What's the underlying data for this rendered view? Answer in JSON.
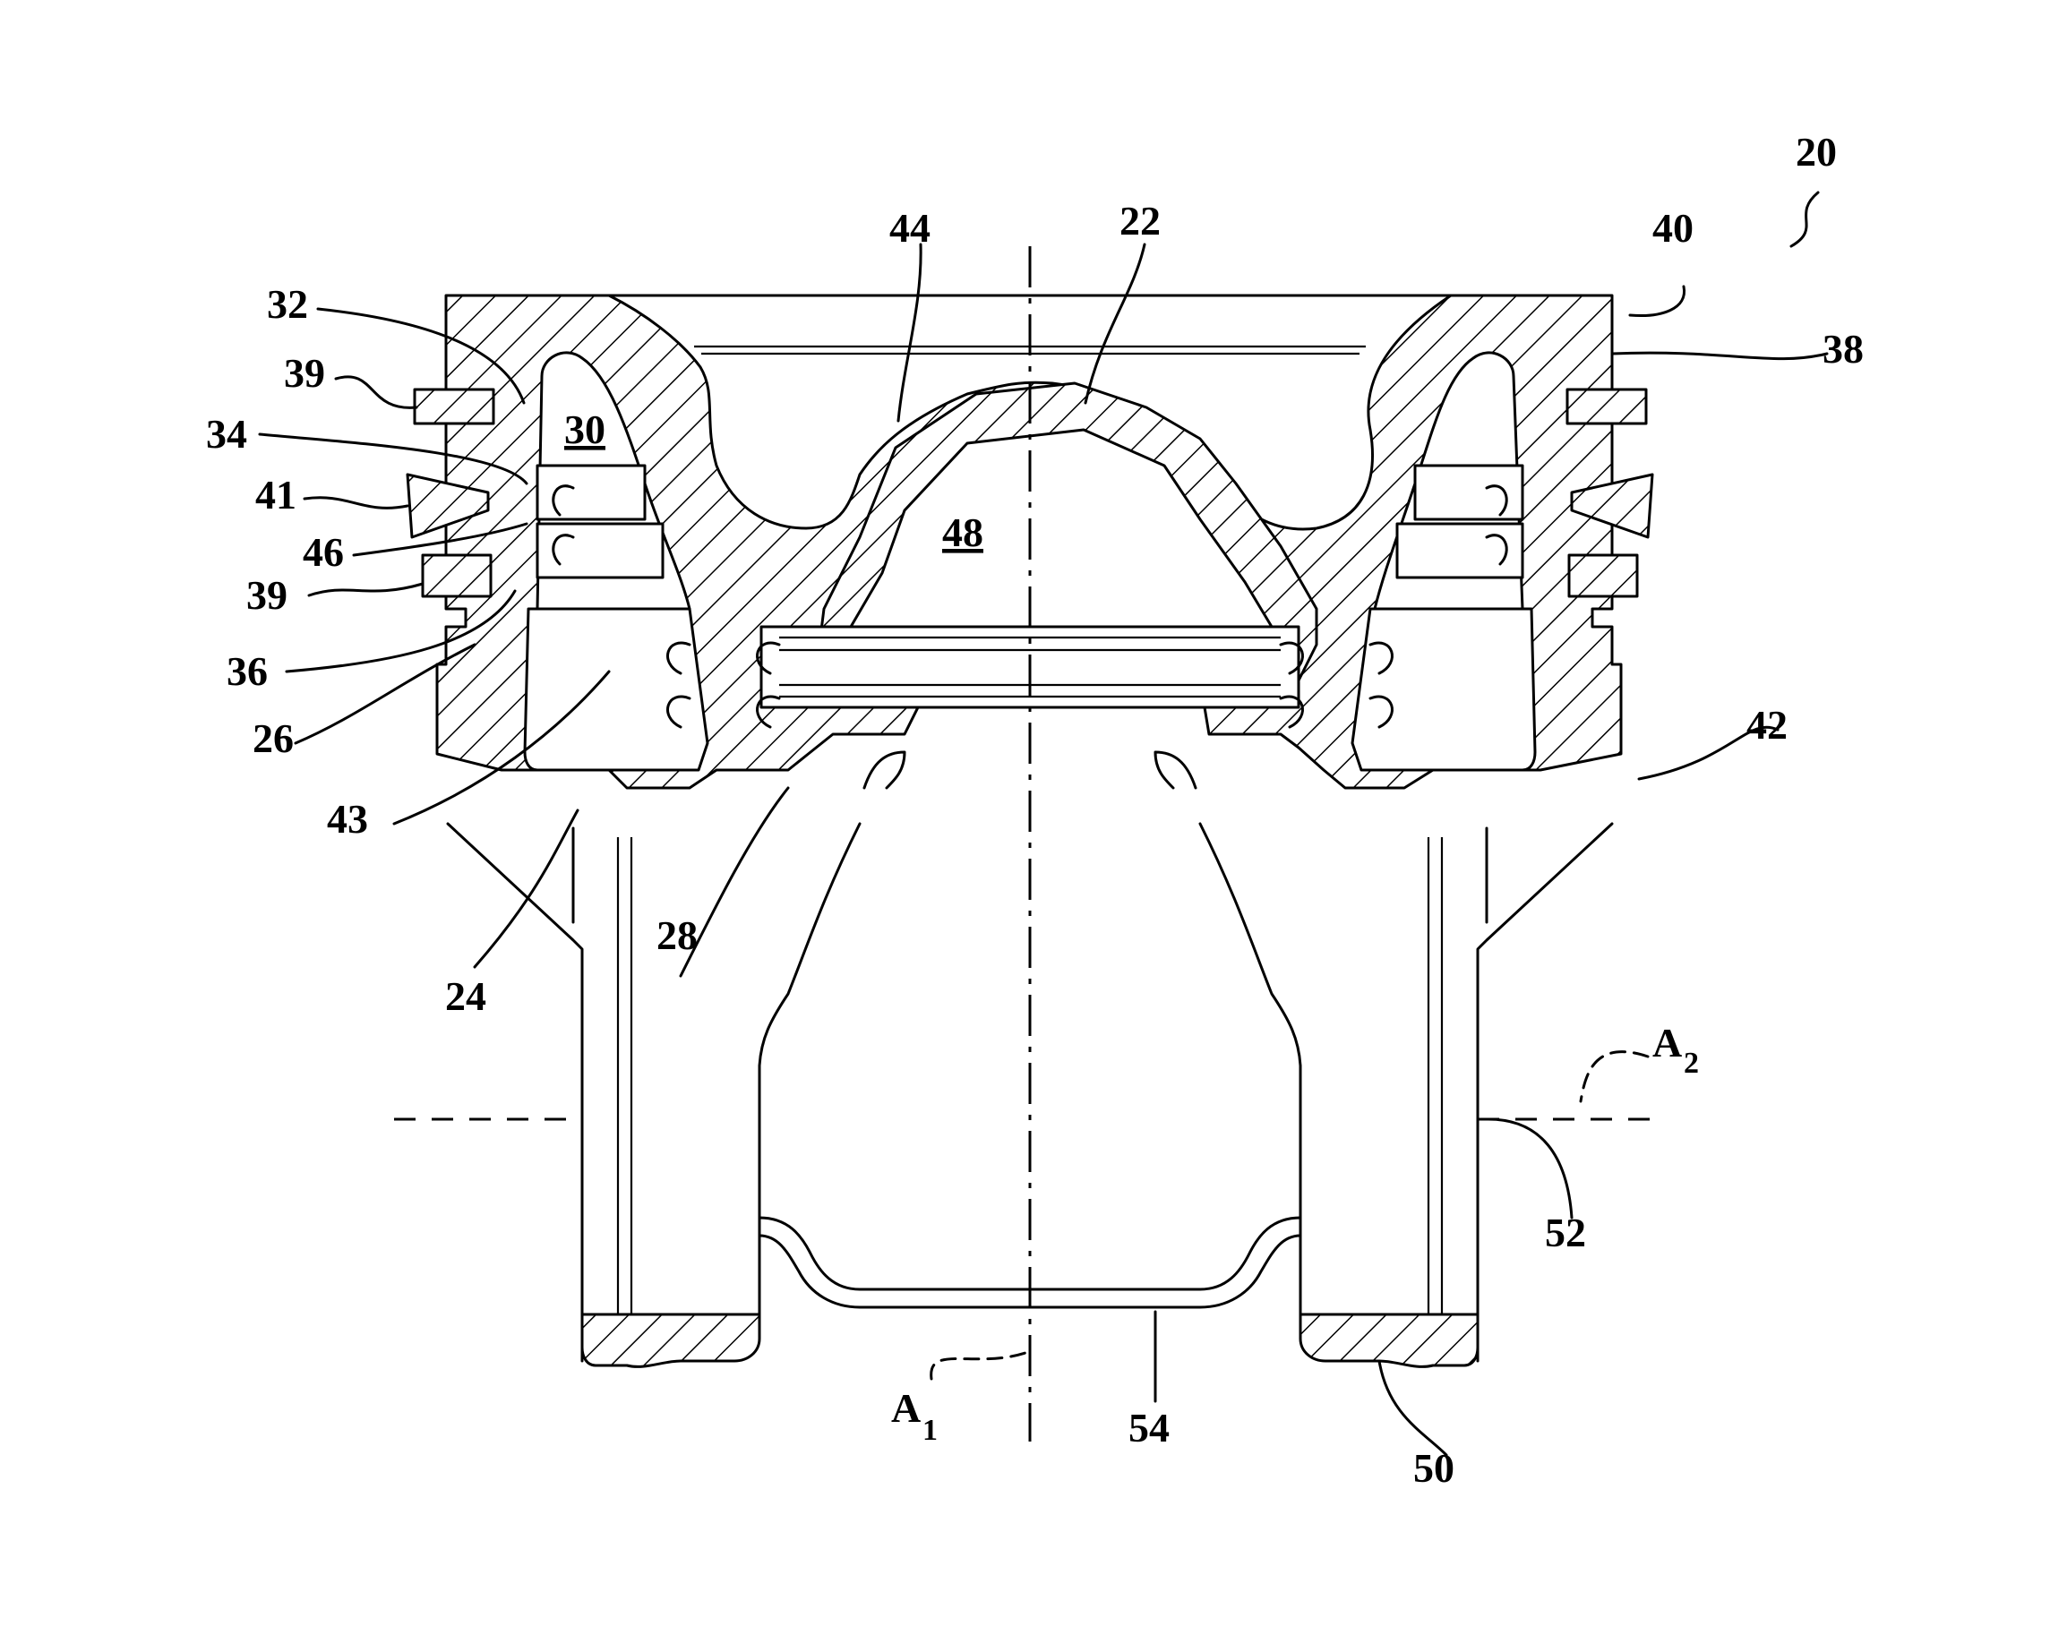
{
  "figure": {
    "labels": {
      "r20": "20",
      "r22": "22",
      "r24": "24",
      "r26": "26",
      "r28": "28",
      "r30": "30",
      "r32": "32",
      "r34": "34",
      "r36": "36",
      "r38": "38",
      "r39a": "39",
      "r39b": "39",
      "r40": "40",
      "r41": "41",
      "r42": "42",
      "r43": "43",
      "r44": "44",
      "r46": "46",
      "r48": "48",
      "r50": "50",
      "r52": "52",
      "r54": "54",
      "a1_main": "A",
      "a1_sub": "1",
      "a2_main": "A",
      "a2_sub": "2"
    }
  }
}
